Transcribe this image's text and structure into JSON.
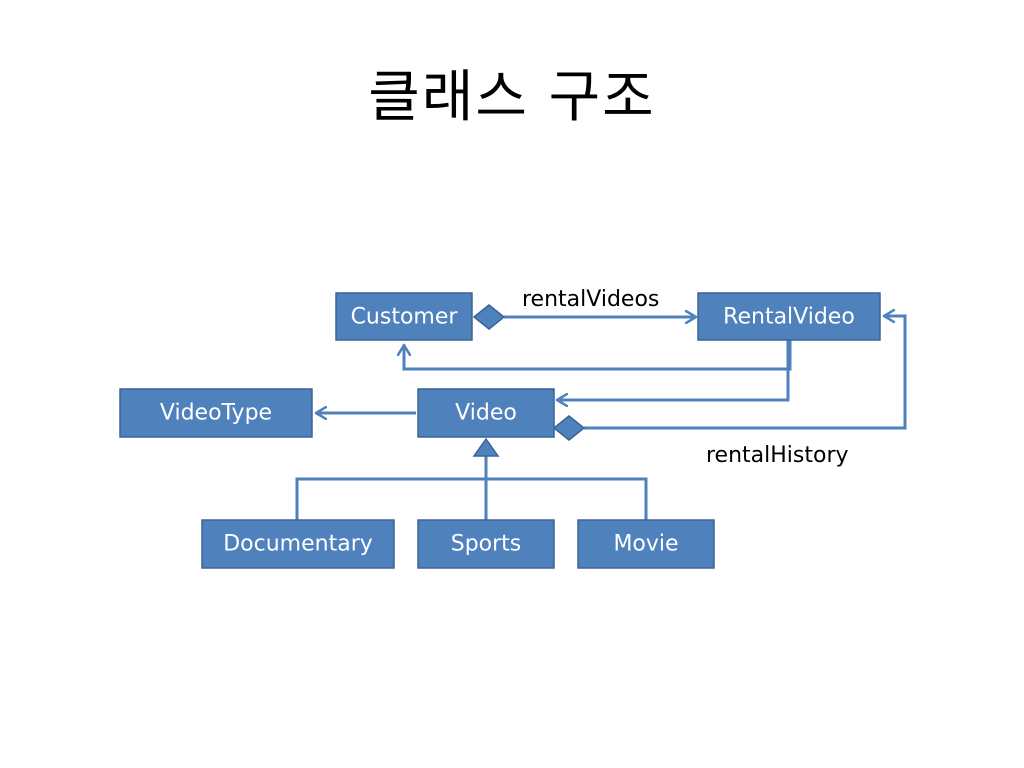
{
  "title": "클래스 구조",
  "colors": {
    "box_fill": "#4f81bd",
    "box_border": "#3a6496",
    "connector": "#4f81bd",
    "text_on_box": "#ffffff"
  },
  "classes": {
    "customer": "Customer",
    "rental_video": "RentalVideo",
    "video_type": "VideoType",
    "video": "Video",
    "documentary": "Documentary",
    "sports": "Sports",
    "movie": "Movie"
  },
  "associations": {
    "rental_videos": "rentalVideos",
    "rental_history": "rentalHistory"
  },
  "relations": [
    {
      "from": "Customer",
      "to": "RentalVideo",
      "kind": "aggregation",
      "label": "rentalVideos"
    },
    {
      "from": "RentalVideo",
      "to": "Customer",
      "kind": "association"
    },
    {
      "from": "RentalVideo",
      "to": "Video",
      "kind": "association"
    },
    {
      "from": "Video",
      "to": "VideoType",
      "kind": "association"
    },
    {
      "from": "Video",
      "to": "RentalVideo",
      "kind": "aggregation",
      "label": "rentalHistory"
    },
    {
      "from": "Documentary",
      "to": "Video",
      "kind": "generalization"
    },
    {
      "from": "Sports",
      "to": "Video",
      "kind": "generalization"
    },
    {
      "from": "Movie",
      "to": "Video",
      "kind": "generalization"
    }
  ]
}
